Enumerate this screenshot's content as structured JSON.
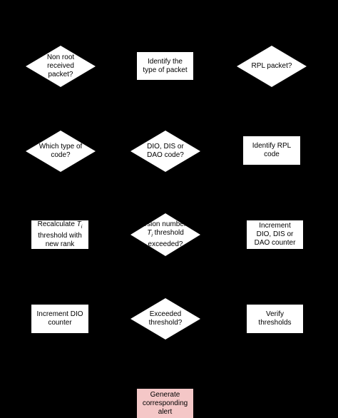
{
  "colors": {
    "background": "#000000",
    "node_fill": "#ffffff",
    "alert_fill": "#f4c7c7",
    "text": "#000000"
  },
  "nodes": {
    "non_root": {
      "label": "Non root\nreceived\npacket?"
    },
    "identify_type": {
      "label": "Identify the\ntype of packet"
    },
    "rpl_packet": {
      "label": "RPL packet?"
    },
    "which_type": {
      "label": "Which type of\ncode?"
    },
    "dio_dis_dao": {
      "label": "DIO, DIS or\nDAO code?"
    },
    "identify_rpl": {
      "label": "Identify RPL\ncode"
    },
    "recalculate": {
      "label_pre": "Recalculate ",
      "label_var": "T",
      "label_sub": "i",
      "label_post": "\nthreshold with\nnew rank"
    },
    "version_number": {
      "label_pre": "Version number or\n",
      "label_var": "T",
      "label_sub": "i",
      "label_post": " threshold\nexceeded?"
    },
    "increment_counter": {
      "label": "Increment\nDIO, DIS or\nDAO counter"
    },
    "increment_dio": {
      "label": "Increment DIO\ncounter"
    },
    "exceeded": {
      "label": "Exceeded\nthreshold?"
    },
    "verify": {
      "label": "Verify\nthresholds"
    },
    "alert": {
      "label": "Generate\ncorresponding\nalert"
    }
  }
}
